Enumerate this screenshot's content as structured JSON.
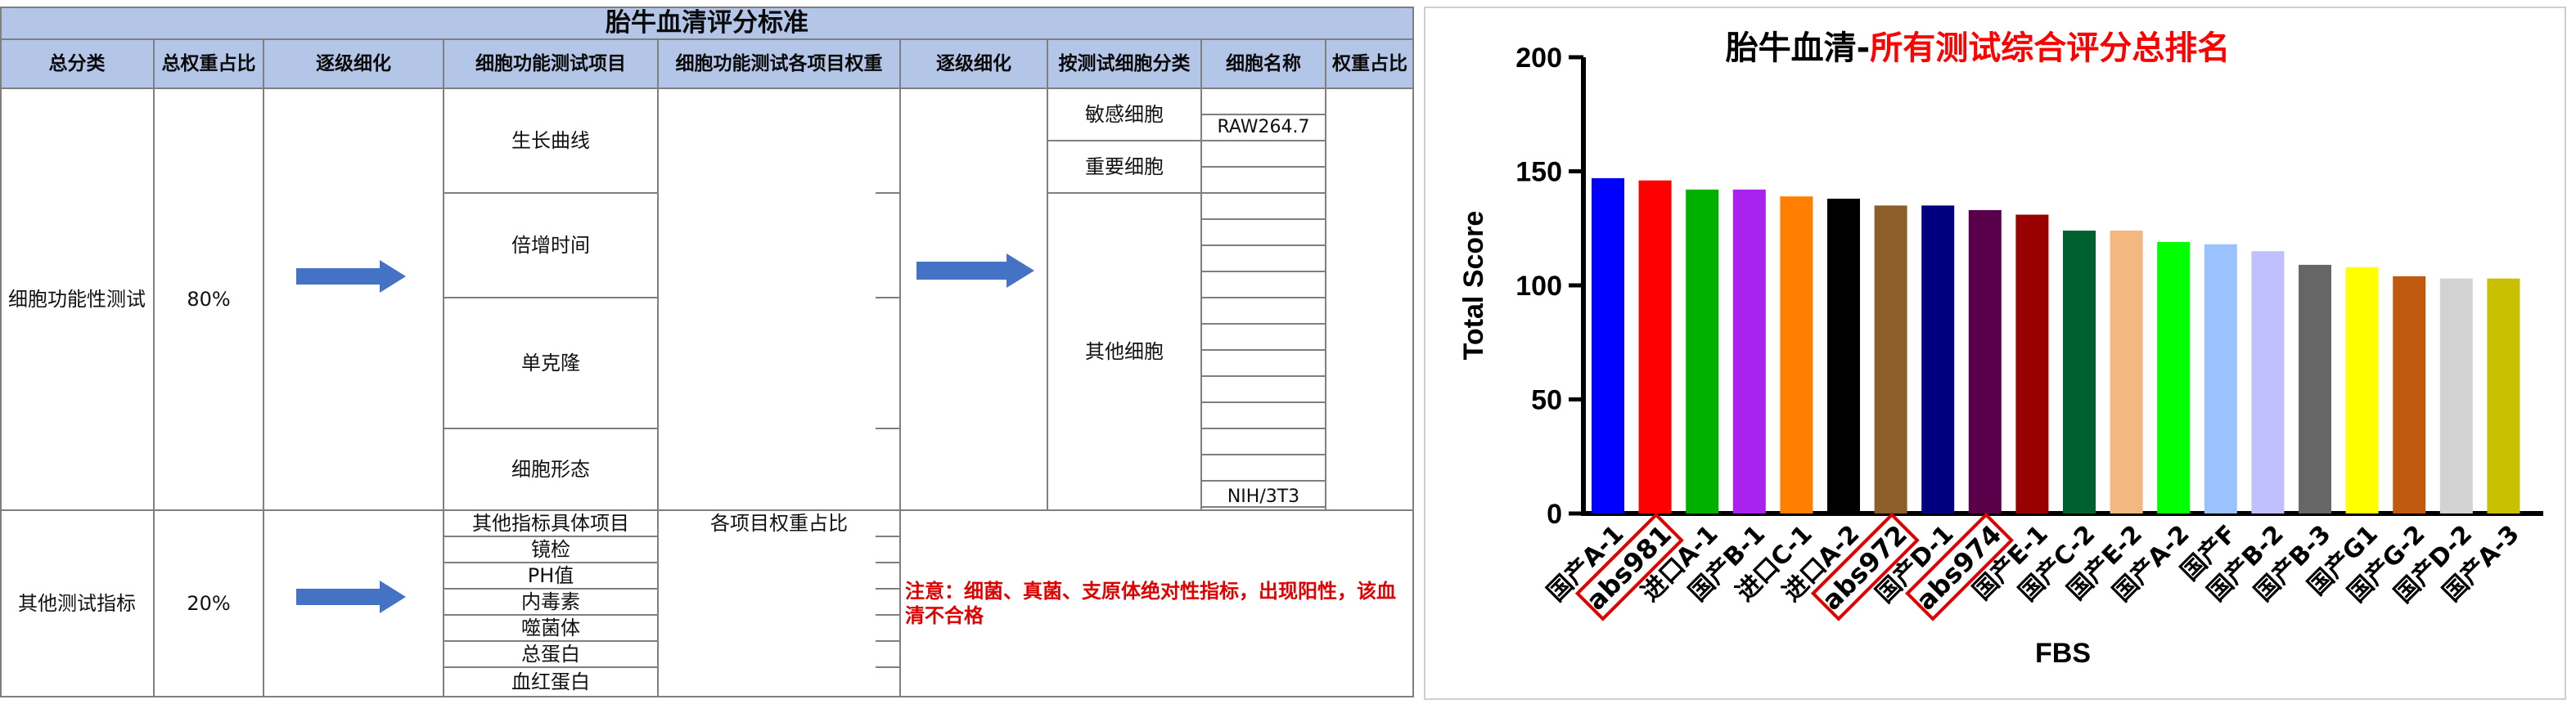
{
  "table": {
    "title": "胎牛血清评分标准",
    "headers": [
      "总分类",
      "总权重占比",
      "逐级细化",
      "细胞功能测试项目",
      "细胞功能测试各项目权重",
      "逐级细化",
      "按测试细胞分类",
      "细胞名称",
      "权重占比"
    ],
    "section1": {
      "category": "细胞功能性测试",
      "weight": "80%",
      "items": [
        "生长曲线",
        "倍增时间",
        "单克隆",
        "细胞形态"
      ],
      "cell_classes": [
        "敏感细胞",
        "重要细胞",
        "其他细胞"
      ],
      "cell_names": [
        "",
        "RAW264.7",
        "",
        "",
        "",
        "",
        "",
        "",
        "",
        "",
        "",
        "",
        "",
        "",
        "",
        "",
        "NIH/3T3"
      ]
    },
    "section2": {
      "category": "其他测试指标",
      "weight": "20%",
      "col_header_item": "其他指标具体项目",
      "col_header_weight": "各项目权重占比",
      "items": [
        "镜检",
        "PH值",
        "内毒素",
        "噬菌体",
        "总蛋白",
        "血红蛋白"
      ],
      "note": "注意：细菌、真菌、支原体绝对性指标，出现阳性，该血清不合格"
    }
  },
  "colors": {
    "table_header_bg": "#b4c6e7",
    "table_border": "#7f7f7f",
    "arrow": "#4472c4",
    "note_text": "#e00000",
    "chart_title_black": "#000000",
    "chart_title_red": "#ff0000",
    "highlight_box": "#e00000"
  },
  "chart_data": {
    "type": "bar",
    "title": "胎牛血清-所有测试综合评分总排名",
    "title_parts": [
      "胎牛血清-",
      "所有测试综合评分总排名"
    ],
    "xlabel": "FBS",
    "ylabel": "Total Score",
    "ylim": [
      0,
      200
    ],
    "yticks": [
      0,
      50,
      100,
      150,
      200
    ],
    "grid": false,
    "legend": "none",
    "categories": [
      "国产A-1",
      "abs981",
      "进口A-1",
      "国产B-1",
      "进口C-1",
      "进口A-2",
      "abs972",
      "国产D-1",
      "abs974",
      "国产E-1",
      "国产C-2",
      "国产E-2",
      "国产A-2",
      "国产F",
      "国产B-2",
      "国产B-3",
      "国产G1",
      "国产G-2",
      "国产D-2",
      "国产A-3"
    ],
    "values": [
      147,
      146,
      142,
      142,
      139,
      138,
      135,
      135,
      133,
      131,
      124,
      124,
      119,
      118,
      115,
      109,
      108,
      104,
      103,
      103
    ],
    "bar_colors": [
      "#0000ff",
      "#ff0000",
      "#00b000",
      "#aa22ee",
      "#ff8000",
      "#000000",
      "#8b5e2a",
      "#00007f",
      "#5a004a",
      "#990000",
      "#006030",
      "#f2b880",
      "#00ff00",
      "#99c2ff",
      "#c0c0ff",
      "#666666",
      "#ffff00",
      "#c05a10",
      "#d2d2d2",
      "#c8c000"
    ],
    "highlighted": [
      "abs981",
      "abs972",
      "abs974"
    ]
  }
}
